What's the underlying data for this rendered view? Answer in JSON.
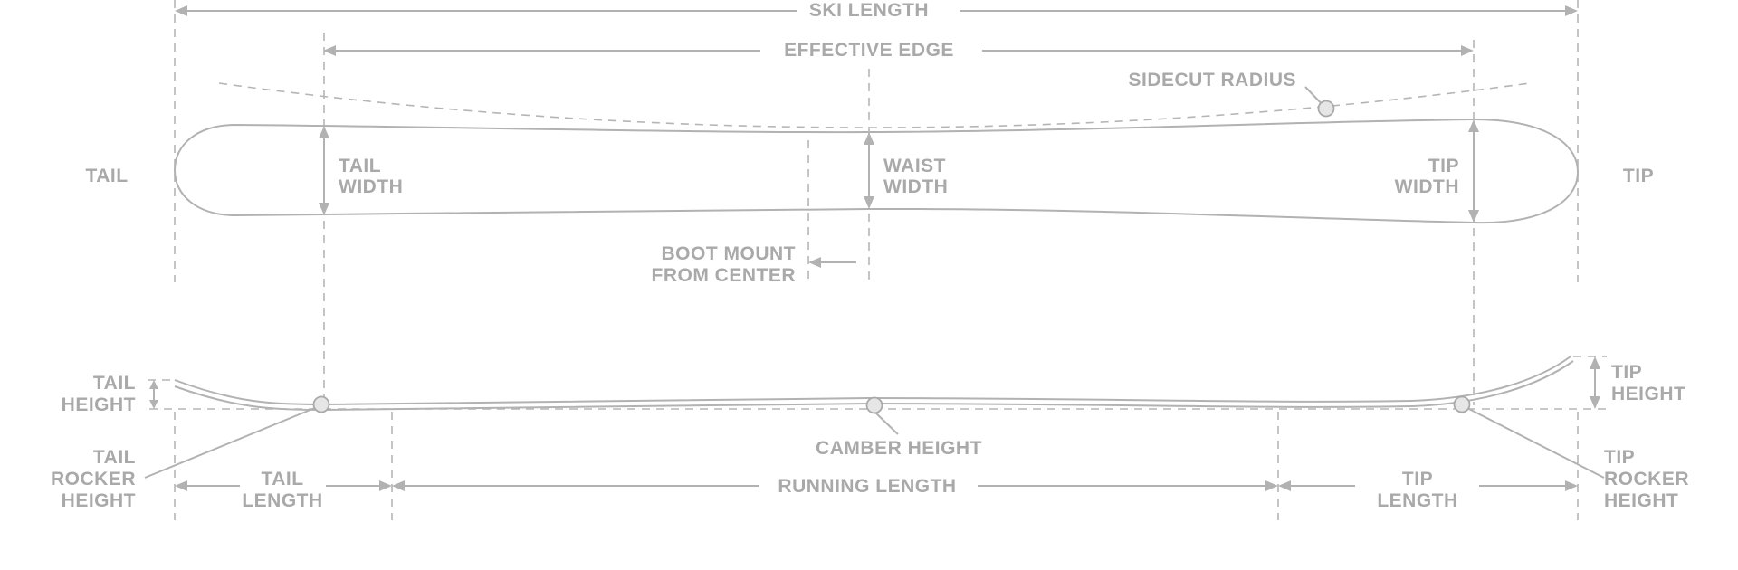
{
  "labels": {
    "ski_length": "SKI LENGTH",
    "effective_edge": "EFFECTIVE EDGE",
    "sidecut_radius": "SIDECUT RADIUS",
    "tail": "TAIL",
    "tip": "TIP",
    "tail_width": [
      "TAIL",
      "WIDTH"
    ],
    "waist_width": [
      "WAIST",
      "WIDTH"
    ],
    "tip_width": [
      "TIP",
      "WIDTH"
    ],
    "boot_mount": [
      "BOOT MOUNT",
      "FROM CENTER"
    ],
    "tail_height": [
      "TAIL",
      "HEIGHT"
    ],
    "tip_height": [
      "TIP",
      "HEIGHT"
    ],
    "camber_height": "CAMBER HEIGHT",
    "tail_rocker_height": [
      "TAIL",
      "ROCKER",
      "HEIGHT"
    ],
    "tip_rocker_height": [
      "TIP",
      "ROCKER",
      "HEIGHT"
    ],
    "tail_length": [
      "TAIL",
      "LENGTH"
    ],
    "running_length": "RUNNING LENGTH",
    "tip_length": [
      "TIP",
      "LENGTH"
    ]
  },
  "colors": {
    "line": "#b2b2b2",
    "text": "#a9a9a9",
    "marker_fill": "#e6e6e6",
    "background": "#ffffff"
  }
}
